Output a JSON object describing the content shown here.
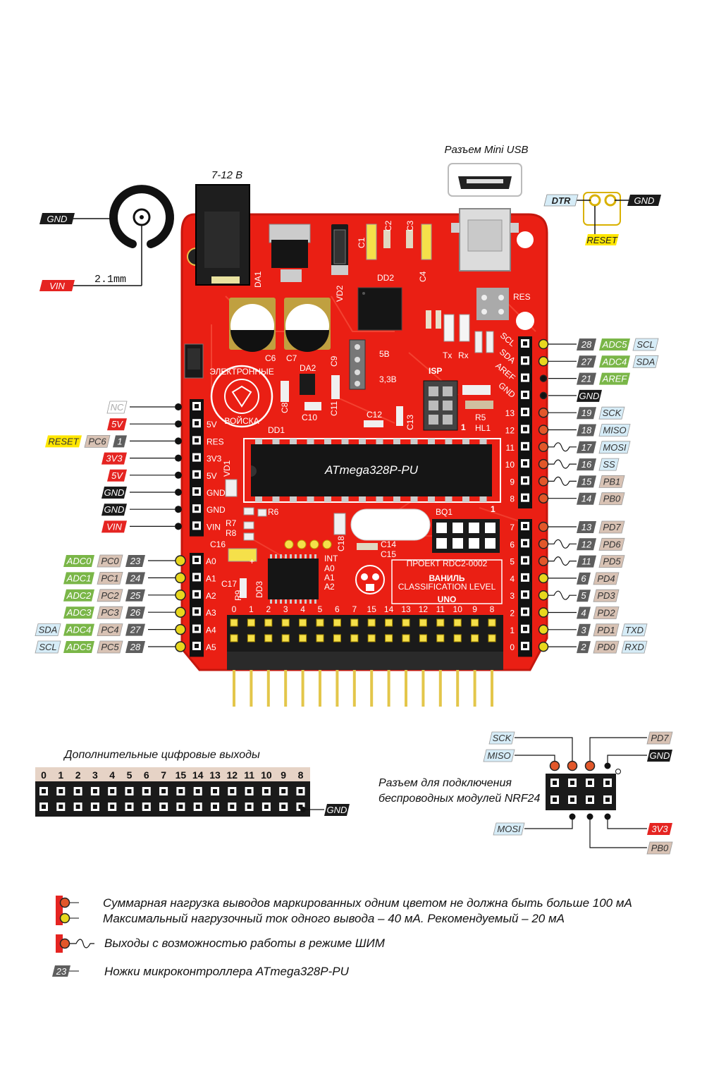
{
  "labels": {
    "usb": "Разъем Mini USB",
    "power": "7-12 В",
    "jack_size": "2.1mm",
    "chip": "ATmega328P-PU",
    "extra_outputs": "Дополнительные цифровые выходы",
    "nrf_title": "Разъем для подключения беспроводных модулей NRF24",
    "isp": "ISP",
    "logo_name": "ВАНИЛЬ",
    "logo_top": "ПРОЕКТ RDC2-0002",
    "logo_mid": "CLASSIFICATION LEVEL",
    "logo_bottom": "UNO",
    "brand_circle": "ЭЛЕКТРОННЫЕ ВОЙСКА",
    "res": "RES",
    "v5": "5В",
    "v33": "3,3В",
    "dd1": "DD1",
    "bq1": "BQ1",
    "hl1": "HL1",
    "r5": "R5"
  },
  "colors": {
    "board": "#ea1f14",
    "gray_tag": "#5e5e5e",
    "red_tag": "#e52421",
    "green_tag": "#7ab648",
    "tan_tag": "#d8c2b4",
    "blue_tag": "#d6ecf7",
    "black_tag": "#1a1a1a",
    "yellow_tag": "#ffe600",
    "orange_pin": "#e2572a",
    "yellow_pin": "#e8d71e"
  },
  "jack": {
    "gnd": "GND",
    "vin": "VIN"
  },
  "dtr_jumper": {
    "left": "DTR",
    "right": "GND",
    "bottom": "RESET"
  },
  "left_power": [
    {
      "silk": "",
      "tags": [
        {
          "t": "NC",
          "c": "nc"
        }
      ]
    },
    {
      "silk": "5V",
      "tags": [
        {
          "t": "5V",
          "c": "red"
        }
      ]
    },
    {
      "silk": "RES",
      "tags": [
        {
          "t": "RESET",
          "c": "yellow"
        },
        {
          "t": "PC6",
          "c": "tan"
        },
        {
          "t": "1",
          "c": "gray"
        }
      ]
    },
    {
      "silk": "3V3",
      "tags": [
        {
          "t": "3V3",
          "c": "red"
        }
      ]
    },
    {
      "silk": "5V",
      "tags": [
        {
          "t": "5V",
          "c": "red"
        }
      ]
    },
    {
      "silk": "GND",
      "tags": [
        {
          "t": "GND",
          "c": "black"
        }
      ]
    },
    {
      "silk": "GND",
      "tags": [
        {
          "t": "GND",
          "c": "black"
        }
      ]
    },
    {
      "silk": "VIN",
      "tags": [
        {
          "t": "VIN",
          "c": "red"
        }
      ]
    }
  ],
  "left_analog": [
    {
      "silk": "A0",
      "tags": [
        {
          "t": "ADC0",
          "c": "green"
        },
        {
          "t": "PC0",
          "c": "tan"
        },
        {
          "t": "23",
          "c": "gray"
        }
      ]
    },
    {
      "silk": "A1",
      "tags": [
        {
          "t": "ADC1",
          "c": "green"
        },
        {
          "t": "PC1",
          "c": "tan"
        },
        {
          "t": "24",
          "c": "gray"
        }
      ]
    },
    {
      "silk": "A2",
      "tags": [
        {
          "t": "ADC2",
          "c": "green"
        },
        {
          "t": "PC2",
          "c": "tan"
        },
        {
          "t": "25",
          "c": "gray"
        }
      ]
    },
    {
      "silk": "A3",
      "tags": [
        {
          "t": "ADC3",
          "c": "green"
        },
        {
          "t": "PC3",
          "c": "tan"
        },
        {
          "t": "26",
          "c": "gray"
        }
      ]
    },
    {
      "silk": "A4",
      "tags": [
        {
          "t": "SDA",
          "c": "blue"
        },
        {
          "t": "ADC4",
          "c": "green"
        },
        {
          "t": "PC4",
          "c": "tan"
        },
        {
          "t": "27",
          "c": "gray"
        }
      ]
    },
    {
      "silk": "A5",
      "tags": [
        {
          "t": "SCL",
          "c": "blue"
        },
        {
          "t": "ADC5",
          "c": "green"
        },
        {
          "t": "PC5",
          "c": "tan"
        },
        {
          "t": "28",
          "c": "gray"
        }
      ]
    }
  ],
  "right_top": [
    {
      "silk": "SCL",
      "pin": "yellow",
      "pwm": false,
      "tags": [
        {
          "t": "28",
          "c": "gray"
        },
        {
          "t": "ADC5",
          "c": "green"
        },
        {
          "t": "SCL",
          "c": "blue"
        }
      ]
    },
    {
      "silk": "SDA",
      "pin": "yellow",
      "pwm": false,
      "tags": [
        {
          "t": "27",
          "c": "gray"
        },
        {
          "t": "ADC4",
          "c": "green"
        },
        {
          "t": "SDA",
          "c": "blue"
        }
      ]
    },
    {
      "silk": "AREF",
      "pin": "black",
      "pwm": false,
      "tags": [
        {
          "t": "21",
          "c": "gray"
        },
        {
          "t": "AREF",
          "c": "green"
        }
      ]
    },
    {
      "silk": "GND",
      "pin": "black",
      "pwm": false,
      "tags": [
        {
          "t": "GND",
          "c": "black"
        }
      ]
    },
    {
      "silk": "13",
      "pin": "orange",
      "pwm": false,
      "tags": [
        {
          "t": "19",
          "c": "gray"
        },
        {
          "t": "SCK",
          "c": "blue"
        }
      ]
    },
    {
      "silk": "12",
      "pin": "orange",
      "pwm": false,
      "tags": [
        {
          "t": "18",
          "c": "gray"
        },
        {
          "t": "MISO",
          "c": "blue"
        }
      ]
    },
    {
      "silk": "11",
      "pin": "orange",
      "pwm": true,
      "tags": [
        {
          "t": "17",
          "c": "gray"
        },
        {
          "t": "MOSI",
          "c": "blue"
        }
      ]
    },
    {
      "silk": "10",
      "pin": "orange",
      "pwm": true,
      "tags": [
        {
          "t": "16",
          "c": "gray"
        },
        {
          "t": "SS",
          "c": "blue"
        }
      ]
    },
    {
      "silk": "9",
      "pin": "orange",
      "pwm": true,
      "tags": [
        {
          "t": "15",
          "c": "gray"
        },
        {
          "t": "PB1",
          "c": "tan"
        }
      ]
    },
    {
      "silk": "8",
      "pin": "orange",
      "pwm": false,
      "tags": [
        {
          "t": "14",
          "c": "gray"
        },
        {
          "t": "PB0",
          "c": "tan"
        }
      ]
    }
  ],
  "right_bottom": [
    {
      "silk": "7",
      "pin": "orange",
      "pwm": false,
      "tags": [
        {
          "t": "13",
          "c": "gray"
        },
        {
          "t": "PD7",
          "c": "tan"
        }
      ]
    },
    {
      "silk": "6",
      "pin": "orange",
      "pwm": true,
      "tags": [
        {
          "t": "12",
          "c": "gray"
        },
        {
          "t": "PD6",
          "c": "tan"
        }
      ]
    },
    {
      "silk": "5",
      "pin": "orange",
      "pwm": true,
      "tags": [
        {
          "t": "11",
          "c": "gray"
        },
        {
          "t": "PD5",
          "c": "tan"
        }
      ]
    },
    {
      "silk": "4",
      "pin": "yellow",
      "pwm": false,
      "tags": [
        {
          "t": "6",
          "c": "gray"
        },
        {
          "t": "PD4",
          "c": "tan"
        }
      ]
    },
    {
      "silk": "3",
      "pin": "yellow",
      "pwm": true,
      "tags": [
        {
          "t": "5",
          "c": "gray"
        },
        {
          "t": "PD3",
          "c": "tan"
        }
      ]
    },
    {
      "silk": "2",
      "pin": "yellow",
      "pwm": false,
      "tags": [
        {
          "t": "4",
          "c": "gray"
        },
        {
          "t": "PD2",
          "c": "tan"
        }
      ]
    },
    {
      "silk": "1",
      "pin": "yellow",
      "pwm": false,
      "tags": [
        {
          "t": "3",
          "c": "gray"
        },
        {
          "t": "PD1",
          "c": "tan"
        },
        {
          "t": "TXD",
          "c": "blue"
        }
      ]
    },
    {
      "silk": "0",
      "pin": "yellow",
      "pwm": false,
      "tags": [
        {
          "t": "2",
          "c": "gray"
        },
        {
          "t": "PD0",
          "c": "tan"
        },
        {
          "t": "RXD",
          "c": "blue"
        }
      ]
    }
  ],
  "extra_pins": [
    "0",
    "1",
    "2",
    "3",
    "4",
    "5",
    "6",
    "7",
    "15",
    "14",
    "13",
    "12",
    "11",
    "10",
    "9",
    "8"
  ],
  "extra_gnd": "GND",
  "nrf": {
    "top_left": [
      {
        "t": "SCK",
        "c": "blue"
      },
      {
        "t": "MISO",
        "c": "blue"
      }
    ],
    "top_right": [
      {
        "t": "PD7",
        "c": "tan"
      },
      {
        "t": "GND",
        "c": "black"
      }
    ],
    "bottom_left": [
      {
        "t": "MOSI",
        "c": "blue"
      }
    ],
    "bottom_right": [
      {
        "t": "3V3",
        "c": "red"
      },
      {
        "t": "PB0",
        "c": "tan"
      }
    ]
  },
  "legend": [
    "Суммарная нагрузка выводов маркированных одним цветом не должна быть больше 100 мА",
    "Максимальный нагрузочный ток одного вывода – 40 мА. Рекомендуемый – 20 мА",
    "Выходы с возможностью работы в режиме ШИМ",
    "Ножки микроконтроллера ATmega328P-PU"
  ],
  "legend_num": "23"
}
